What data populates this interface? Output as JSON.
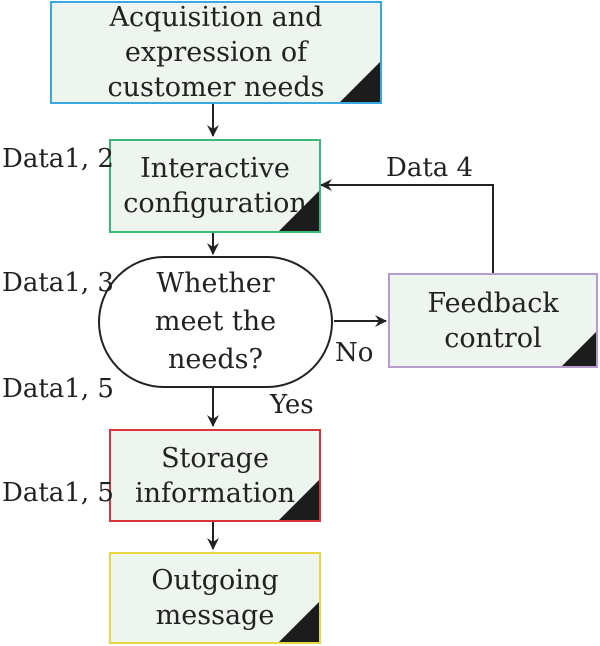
{
  "nodes": {
    "acquisition": "Acquisition and expression of customer needs",
    "interactive": "Interactive configuration",
    "decision": "Whether meet the needs?",
    "feedback": "Feedback control",
    "storage": "Storage information",
    "outgoing": "Outgoing message"
  },
  "labels": {
    "data12": "Data1, 2",
    "data13": "Data1, 3",
    "data15a": "Data1, 5",
    "data15b": "Data1, 5",
    "data4": "Data 4",
    "no": "No",
    "yes": "Yes"
  },
  "colors": {
    "acquisition_border": "#39a8e0",
    "interactive_border": "#3cb878",
    "feedback_border": "#b89acb",
    "storage_border": "#d9343a",
    "outgoing_border": "#e8d840",
    "node_fill": "#edf5ee"
  }
}
